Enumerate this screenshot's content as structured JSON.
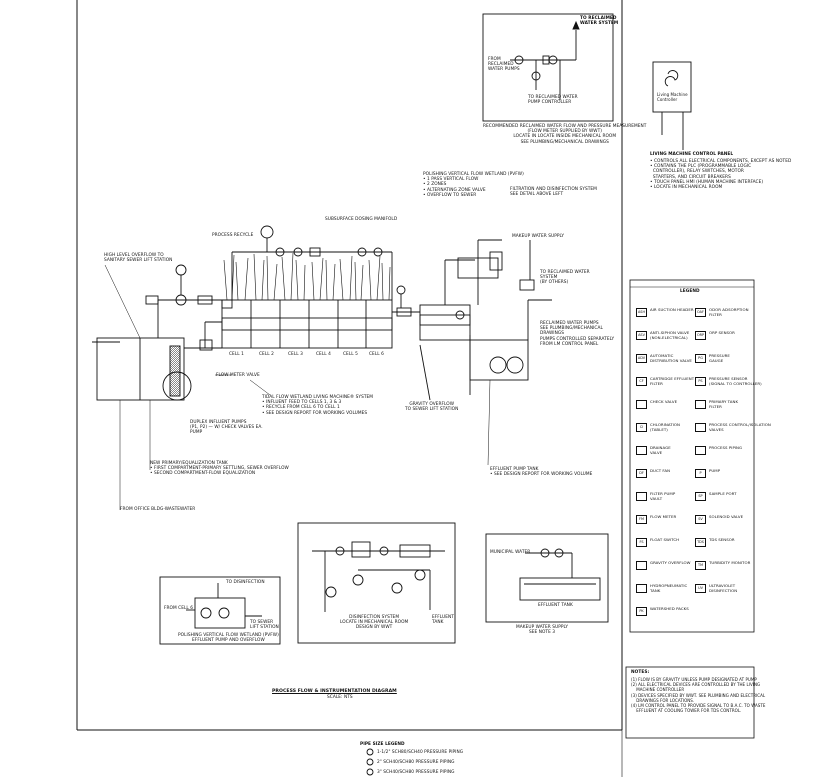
{
  "title": "PROCESS FLOW & INSTRUMENTATION DIAGRAM",
  "scale": "SCALE: NTS",
  "reclaimed": {
    "to_system": "TO RECLAIMED\nWATER SYSTEM",
    "from_pumps": "FROM\nRECLAIMED\nWATER PUMPS",
    "to_pump_controller": "TO RECLAIMED WATER\nPUMP CONTROLLER",
    "caption": "RECOMMENDED RECLAIMED WATER FLOW AND PRESSURE MEASUREMENT\n(FLOW METER SUPPLIED BY WWT)\nLOCATE IN LOCATE INSIDE MECHANICAL ROOM\nSEE PLUMBING/MECHANICAL DRAWINGS"
  },
  "controller": {
    "logo_text": "Living Machine\nController",
    "heading": "LIVING MACHINE CONTROL PANEL",
    "notes": "• CONTROLS ALL ELECTRICAL COMPONENTS, EXCEPT AS NOTED\n• CONTAINS THE PLC (PROGRAMMABLE LOGIC\n  CONTROLLER), RELAY SWITCHES, MOTOR\n  STARTERS, AND CIRCUIT BREAKERS\n• TOUCH PANEL HMI (HUMAN MACHINE INTERFACE)\n• LOCATE IN MECHANICAL ROOM"
  },
  "labels": {
    "pvfw": "POLISHING VERTICAL FLOW WETLAND (PVFW)\n• 1 PASS VERTICAL FLOW\n• 2 ZONES\n• ALTERNATING ZONE VALVE\n• OVERFLOW TO SEWER",
    "filtration": "FILTRATION AND DISINFECTION SYSTEM\nSEE DETAIL ABOVE LEFT",
    "makeup": "MAKEUP WATER SUPPLY",
    "to_reclaimed_system": "TO RECLAIMED WATER\nSYSTEM\n(BY OTHERS)",
    "reclaimed_pumps": "RECLAIMED WATER PUMPS\nSEE PLUMBING/MECHANICAL\nDRAWINGS\nPUMPS CONTROLLED SEPARATELY\nFROM LM CONTROL PANEL",
    "supplemental": "SUBSURFACE DOSING MANIFOLD",
    "process_recycle": "PROCESS RECYCLE",
    "overflow": "HIGH LEVEL OVERFLOW TO\nSANITARY SEWER LIFT STATION",
    "flowmeter_valve": "FLOW METER VALVE",
    "tidal": "TIDAL FLOW WETLAND LIVING MACHINE® SYSTEM\n• INFLUENT FEED TO CELLS 1, 3 & 3\n• RECYCLE FROM CELL 6 TO CELL 1\n• SEE DESIGN REPORT FOR WORKING VOLUMES",
    "gravity_overflow": "GRAVITY OVERFLOW\nTO SEWER LIFT STATION",
    "effluent_pump_tank": "EFFLUENT PUMP TANK\n• SEE DESIGN REPORT FOR WORKING VOLUME",
    "duplex": "DUPLEX INFLUENT PUMPS\n(P1, P2) — W/ CHECK VALVES EA.\nPUMP",
    "equalization": "NEW PRIMARY/EQUALIZATION TANK\n• FIRST COMPARTMENT-PRIMARY SETTLING, SEWER OVERFLOW\n• SECOND COMPARTMENT-FLOW EQUALIZATION",
    "from_office": "FROM OFFICE BLDG-WASTEWATER",
    "cells": [
      "CELL 1",
      "CELL 2",
      "CELL 3",
      "CELL 4",
      "CELL 5",
      "CELL 6"
    ],
    "disinfection_caption": "DISINFECTION SYSTEM\nLOCATE IN MECHANICAL ROOM\nDESIGN BY WWT",
    "effluent_tank_out": "EFFLUENT\nTANK",
    "pvfw_detail_caption": "POLISHING VERTICAL FLOW WETLAND (PVFW)\nEFFLUENT PUMP AND OVERFLOW",
    "to_disinfection": "TO DISINFECTION",
    "from_cell6": "FROM CELL 6",
    "to_sewer_lift": "TO SEWER\nLIFT STATION",
    "municipal_water": "MUNICIPAL WATER",
    "effluent_tank": "EFFLUENT TANK",
    "makeup_caption": "MAKEUP WATER SUPPLY\nSEE NOTE 3"
  },
  "legend": {
    "heading": "LEGEND",
    "left": [
      "AIR SUCTION HEADER",
      "ANTI-SIPHON VALVE\n(NON-ELECTRICAL)",
      "AUTOMATIC\nDISTRIBUTION VALVE",
      "CARTRIDGE EFFLUENT\nFILTER",
      "CHECK VALVE",
      "CHLORINATION\n(TABLET)",
      "DRAINAGE\nVALVE",
      "DUCT FAN",
      "FILTER PUMP\nVAULT",
      "FLOW METER",
      "FLOAT SWITCH",
      "GRAVITY OVERFLOW",
      "HYDROPNEUMATIC\nTANK",
      "WATERSHED PACKS"
    ],
    "right": [
      "ODOR ADSORPTION\nFILTER",
      "ORP SENSOR",
      "PRESSURE\nGAUGE",
      "PRESSURE SENSOR\n(SIGNAL TO CONTROLLER)",
      "PRIMARY TANK\nFILTER",
      "PROCESS CONTROL/ISOLATION\nVALVES",
      "PROCESS PIPING",
      "PUMP",
      "SAMPLE PORT",
      "SOLENOID VALVE",
      "TDS SENSOR",
      "TURBIDITY MONITOR",
      "ULTRAVIOLET\nDISINFECTION"
    ],
    "left_codes": [
      "ASH",
      "ASV",
      "ADV",
      "CF",
      "",
      "Cl",
      "",
      "DF",
      "",
      "FM",
      "FS",
      "",
      "",
      "PK"
    ],
    "right_codes": [
      "OAF",
      "ORP",
      "PG",
      "PS",
      "",
      "",
      "",
      "P",
      "SP",
      "SV",
      "TDS",
      "TM",
      "UV"
    ]
  },
  "notes": {
    "heading": "NOTES:",
    "items": "(1) FLOW IS BY GRAVITY UNLESS PUMP DESIGNATED AT PUMP\n(2) ALL ELECTRICAL DEVICES ARE CONTROLLED BY THE LIVING\n    MACHINE CONTROLLER\n(3) DEVICES SPECIFIED BY WWT. SEE PLUMBING AND ELECTRICAL\n    DRAWINGS FOR LOCATIONS.\n(4) LM CONTROL PANEL TO PROVIDE SIGNAL TO B.A.C. TO WASTE\n    EFFLUENT AT COOLING TOWER FOR TDS CONTROL."
  },
  "pipe_legend": {
    "heading": "PIPE SIZE LEGEND",
    "items": [
      "1-1/2\" SCH80/SCH40 PRESSURE PIPING",
      "2\" SCH40/SCH80 PRESSURE PIPING",
      "3\" SCH40/SCH80 PRESSURE PIPING"
    ]
  }
}
